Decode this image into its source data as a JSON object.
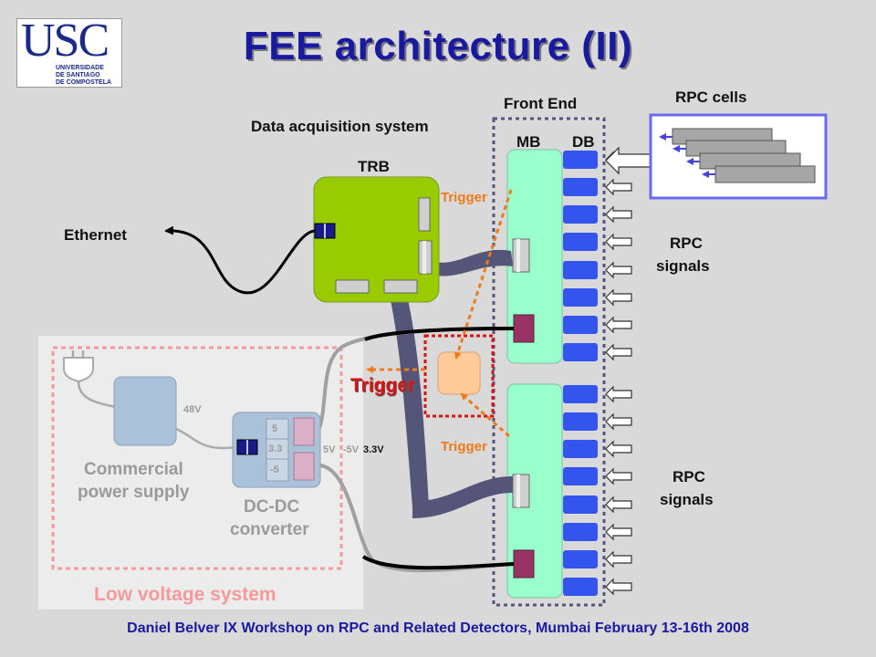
{
  "logo": {
    "text": "USC",
    "line1": "UNIVERSIDADE",
    "line2": "DE SANTIAGO",
    "line3": "DE COMPOSTELA"
  },
  "title": "FEE architecture (II)",
  "labels": {
    "data_acquisition": "Data acquisition system",
    "front_end": "Front End",
    "rpc_cells": "RPC cells",
    "mb": "MB",
    "db": "DB",
    "trb": "TRB",
    "ethernet": "Ethernet",
    "trigger_top": "Trigger",
    "trigger_mid": "Trigger",
    "trigger_bottom": "Trigger",
    "rpc_signals_1a": "RPC",
    "rpc_signals_1b": "signals",
    "rpc_signals_2a": "RPC",
    "rpc_signals_2b": "signals",
    "v48": "48V",
    "v_plus5": "5",
    "v_33": "3.3",
    "v_minus5": "-5",
    "v_out_a": "5V",
    "v_out_b": "-5V",
    "v_out_c": "3.3V",
    "commercial_a": "Commercial",
    "commercial_b": "power supply",
    "dcdc_a": "DC-DC",
    "dcdc_b": "converter",
    "low_voltage": "Low voltage system"
  },
  "footer": "Daniel Belver   IX Workshop on RPC and Related Detectors, Mumbai February 13-16th 2008",
  "colors": {
    "title": "#1a1aa0",
    "trb_board": "#99cc00",
    "front_end_board": "#99ffcc",
    "db_chip": "#3355ee",
    "cable": "#55557a",
    "trigger": "#f07a1a",
    "trigger_box": "#dd1111",
    "low_voltage": "#f59a9a",
    "rpc_cells_frame": "#6a6aee",
    "power_supply": "#a9c2d9",
    "connector_magenta": "#993366"
  }
}
